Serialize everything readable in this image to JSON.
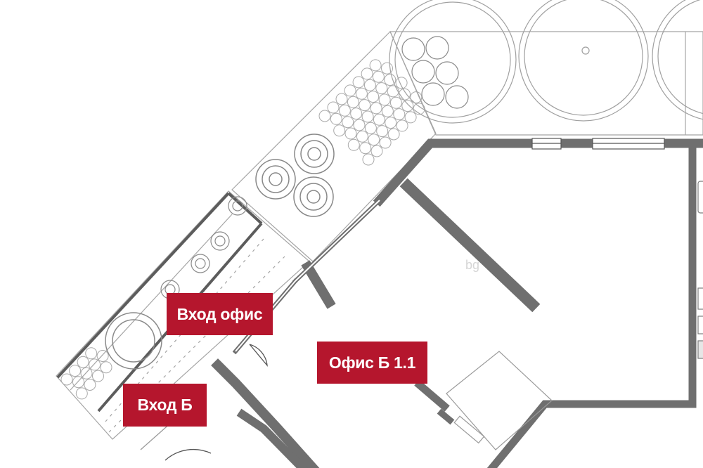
{
  "colors": {
    "label_bg": "#b5162d",
    "wall": "#6f6f6f",
    "line": "#9a9a9a",
    "background": "#ffffff"
  },
  "labels": {
    "entrance_office": "Вход офис",
    "office_b11": "Офис Б 1.1",
    "entrance_b": "Вход Б"
  },
  "watermark": {
    "text": "bg"
  }
}
